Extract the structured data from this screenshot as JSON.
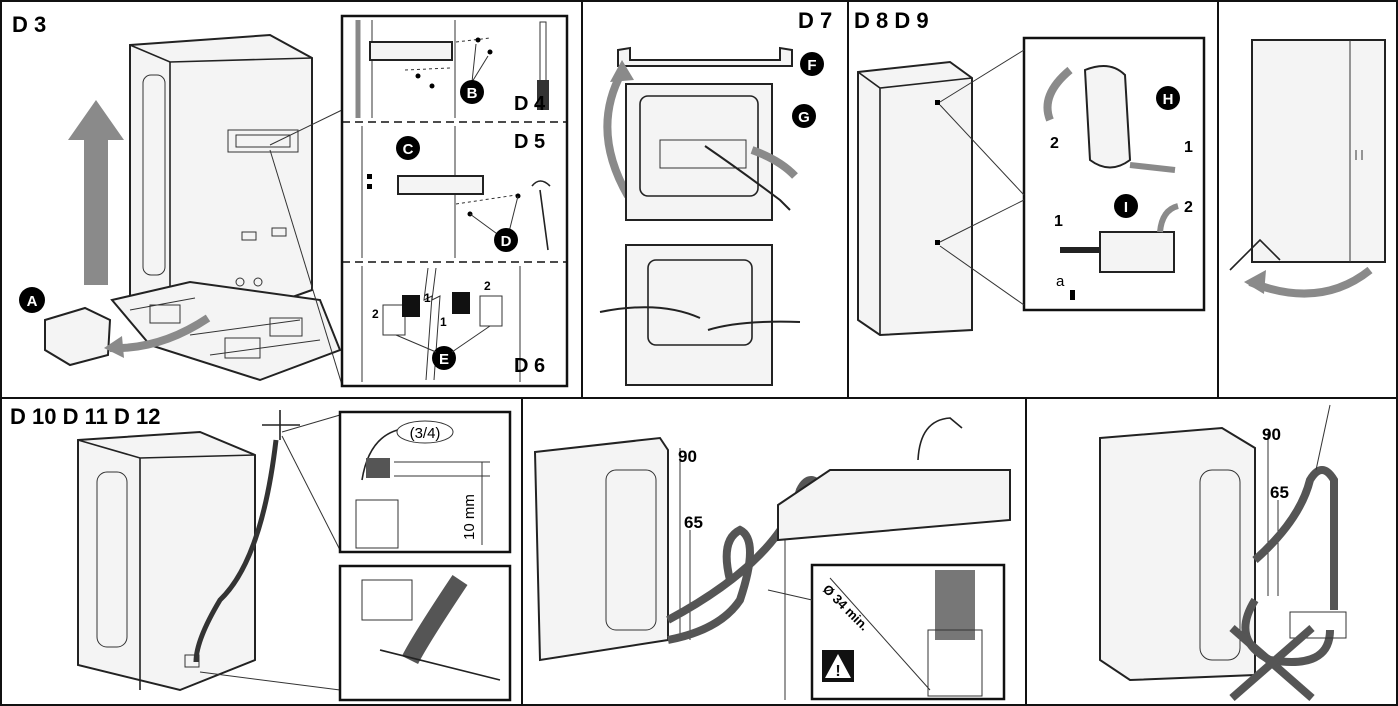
{
  "labels": {
    "d3": "D 3",
    "d4": "D 4",
    "d5": "D 5",
    "d6": "D 6",
    "d7": "D 7",
    "d8d9": "D 8 D 9",
    "d10d12": "D 10 D 11 D 12"
  },
  "callouts": {
    "a": "A",
    "b": "B",
    "c": "C",
    "d": "D",
    "e": "E",
    "f": "F",
    "g": "G",
    "h": "H",
    "i": "I"
  },
  "steps": {
    "one": "1",
    "two": "2",
    "a_small": "a"
  },
  "dimensions": {
    "thread": "(3/4)",
    "thread_len": "10 mm",
    "h90": "90",
    "h65": "65",
    "diameter": "Ø 34 min."
  },
  "colors": {
    "arrow_gray": "#8a8a8a",
    "border": "#111111"
  }
}
